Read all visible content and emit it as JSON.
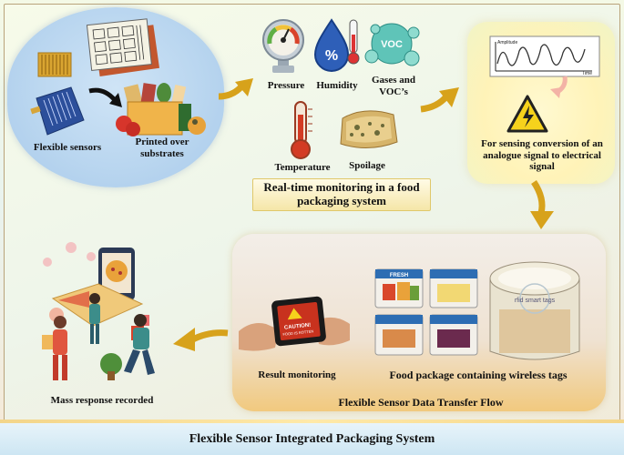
{
  "sensing": {
    "flexible_sensors": "Flexible sensors",
    "printed_over_substrates": "Printed over substrates"
  },
  "monitoring": {
    "pressure": "Pressure",
    "humidity": "Humidity",
    "gases_voc": "Gases and VOC’s",
    "temperature": "Temperature",
    "spoilage": "Spoilage",
    "title": "Real-time monitoring in a food packaging system",
    "voc_badge": "VOC",
    "percent_symbol": "%"
  },
  "conversion": {
    "text": "For sensing conversion of an analogue signal to electrical signal",
    "graph_y_label": "Amplitude",
    "graph_x_label": "Time"
  },
  "transfer": {
    "result_monitoring": "Result monitoring",
    "food_package": "Food package containing wireless tags",
    "flow_title": "Flexible Sensor Data Transfer Flow",
    "phone_caution": "CAUTION!",
    "phone_sub": "FOOD IS ROTTEN",
    "tag_text": "rfid smart tags",
    "package_label": "FRESH"
  },
  "response": {
    "mass_response": "Mass response recorded"
  },
  "footer": {
    "title": "Flexible Sensor Integrated Packaging System"
  },
  "colors": {
    "arrow": "#d7a21b",
    "panel_blue": "#b8d5ef",
    "panel_yellow": "#fff3b8",
    "panel_bottom": "#efe2d2"
  }
}
